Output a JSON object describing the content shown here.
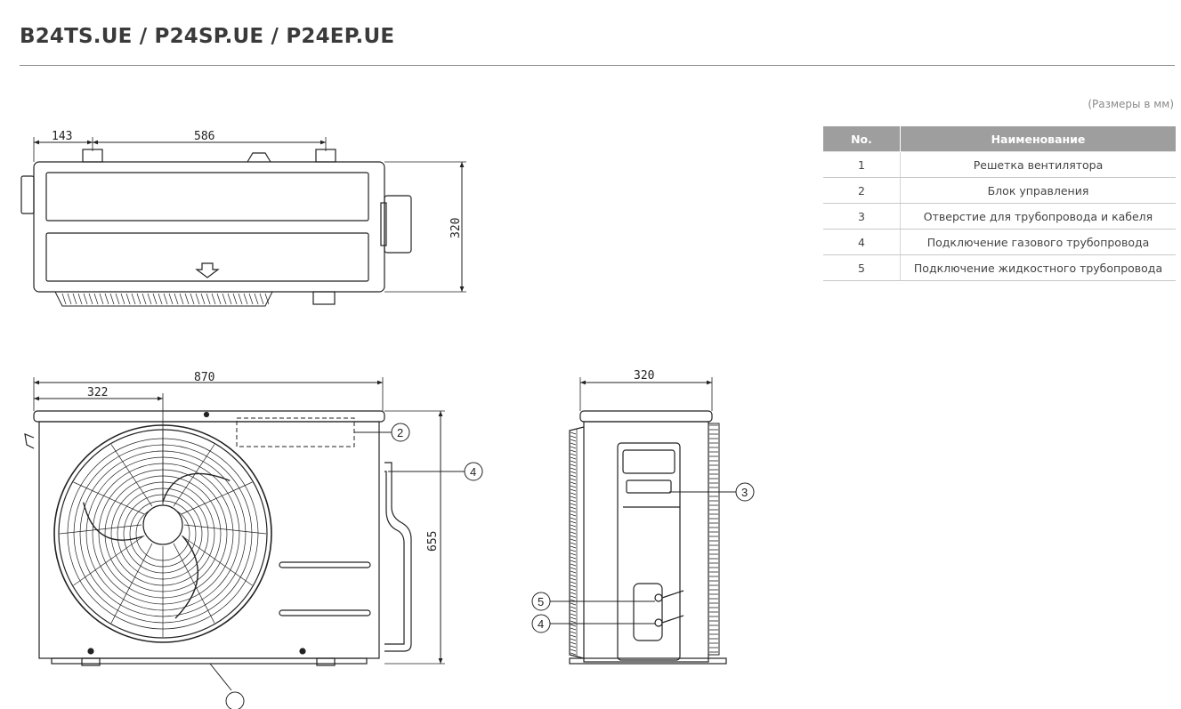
{
  "title": "B24TS.UE / P24SP.UE / P24EP.UE",
  "units_note": "(Размеры в мм)",
  "table": {
    "headers": [
      "No.",
      "Наименование"
    ],
    "rows": [
      [
        "1",
        "Решетка вентилятора"
      ],
      [
        "2",
        "Блок управления"
      ],
      [
        "3",
        "Отверстие для трубопровода и кабеля"
      ],
      [
        "4",
        "Подключение газового трубопровода"
      ],
      [
        "5",
        "Подключение жидкостного трубопровода"
      ]
    ]
  },
  "dimensions": {
    "top_left_offset": "143",
    "top_mount_span": "586",
    "top_depth": "320",
    "front_width": "870",
    "front_fan_offset": "322",
    "front_height": "655",
    "side_depth": "320"
  },
  "callouts": {
    "control_box": "2",
    "gas_front": "4",
    "pipe_hole": "3",
    "liquid_side": "5",
    "gas_side": "4"
  }
}
